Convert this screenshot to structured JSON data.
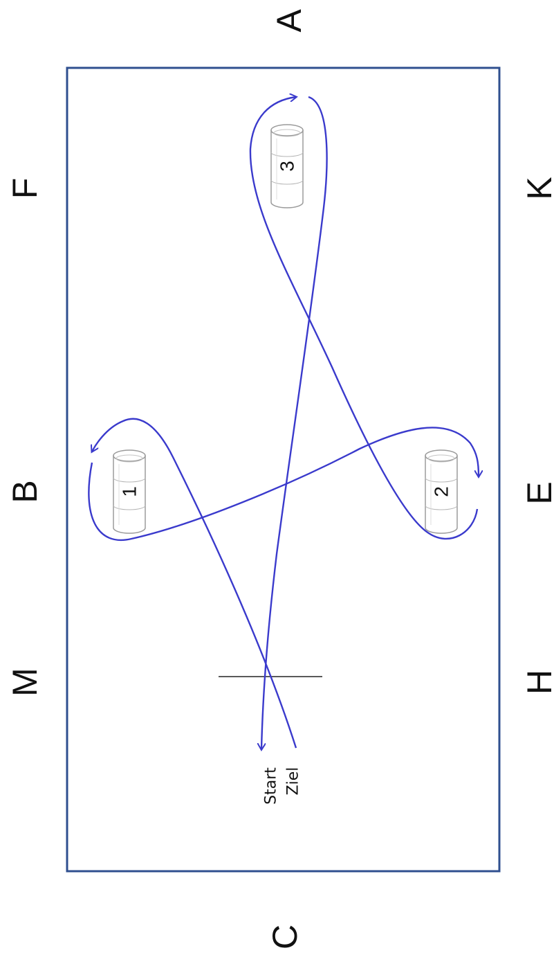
{
  "arena": {
    "letters": {
      "top": "A",
      "bottom": "C",
      "left": [
        "M",
        "B",
        "F"
      ],
      "right": [
        "H",
        "E",
        "K"
      ]
    },
    "start_label": "Start",
    "finish_label": "Ziel"
  },
  "barrels": [
    {
      "number": "1"
    },
    {
      "number": "2"
    },
    {
      "number": "3"
    }
  ],
  "colors": {
    "border": "#2f4f8f",
    "route": "#3a3acc",
    "barrel": "#9a9a9a",
    "start_line": "#222222"
  }
}
